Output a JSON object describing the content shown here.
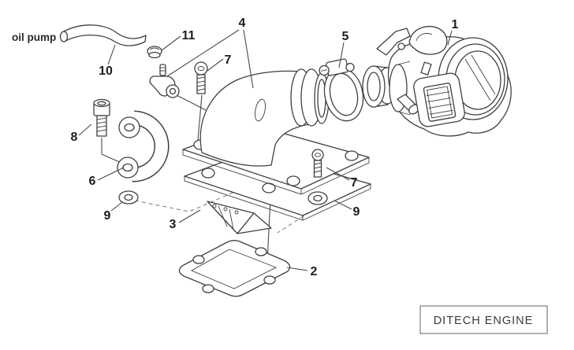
{
  "labels": {
    "oil_pump": "oil pump",
    "engine_badge": "DITECH ENGINE"
  },
  "callouts": [
    {
      "text": "1"
    },
    {
      "text": "2"
    },
    {
      "text": "3"
    },
    {
      "text": "4"
    },
    {
      "text": "5"
    },
    {
      "text": "6"
    },
    {
      "text": "7"
    },
    {
      "text": "7"
    },
    {
      "text": "8"
    },
    {
      "text": "9"
    },
    {
      "text": "9"
    },
    {
      "text": "10"
    },
    {
      "text": "11"
    }
  ],
  "colors": {
    "line": "#3f3f3f",
    "text": "#1d1d1d",
    "badge_border": "#909090"
  }
}
